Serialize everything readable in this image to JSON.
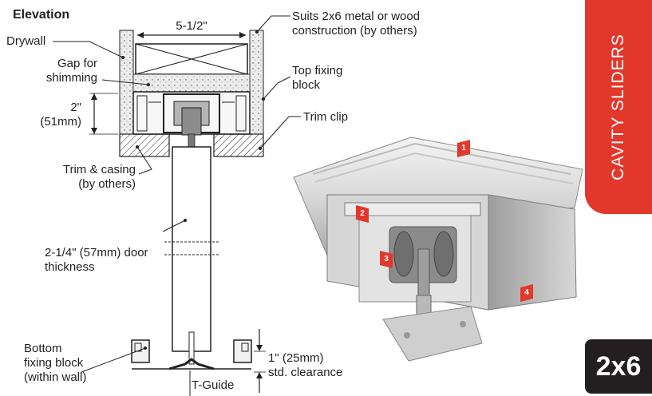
{
  "title": "Elevation",
  "side_tab": "CAVITY SLIDERS",
  "badge": "2x6",
  "labels": {
    "width_dim": "5-1/2\"",
    "suits_line1": "Suits 2x6 metal or wood",
    "suits_line2": "construction (by others)",
    "drywall": "Drywall",
    "gap_line1": "Gap for",
    "gap_line2": "shimming",
    "top_fixing_line1": "Top fixing",
    "top_fixing_line2": "block",
    "height_dim_line1": "2\"",
    "height_dim_line2": "(51mm)",
    "trim_clip": "Trim clip",
    "trim_casing_line1": "Trim & casing",
    "trim_casing_line2": "(by others)",
    "door_line1": "2-1/4\" (57mm) door",
    "door_line2": "thickness",
    "bottom_line1": "Bottom",
    "bottom_line2": "fixing block",
    "bottom_line3": "(within wall)",
    "clearance_line1": "1\" (25mm)",
    "clearance_line2": "std. clearance",
    "tguide": "T-Guide"
  },
  "markers": [
    "1",
    "2",
    "3",
    "4"
  ],
  "colors": {
    "accent_red": "#e2382c",
    "dark": "#231f20",
    "background": "#ffffff"
  }
}
